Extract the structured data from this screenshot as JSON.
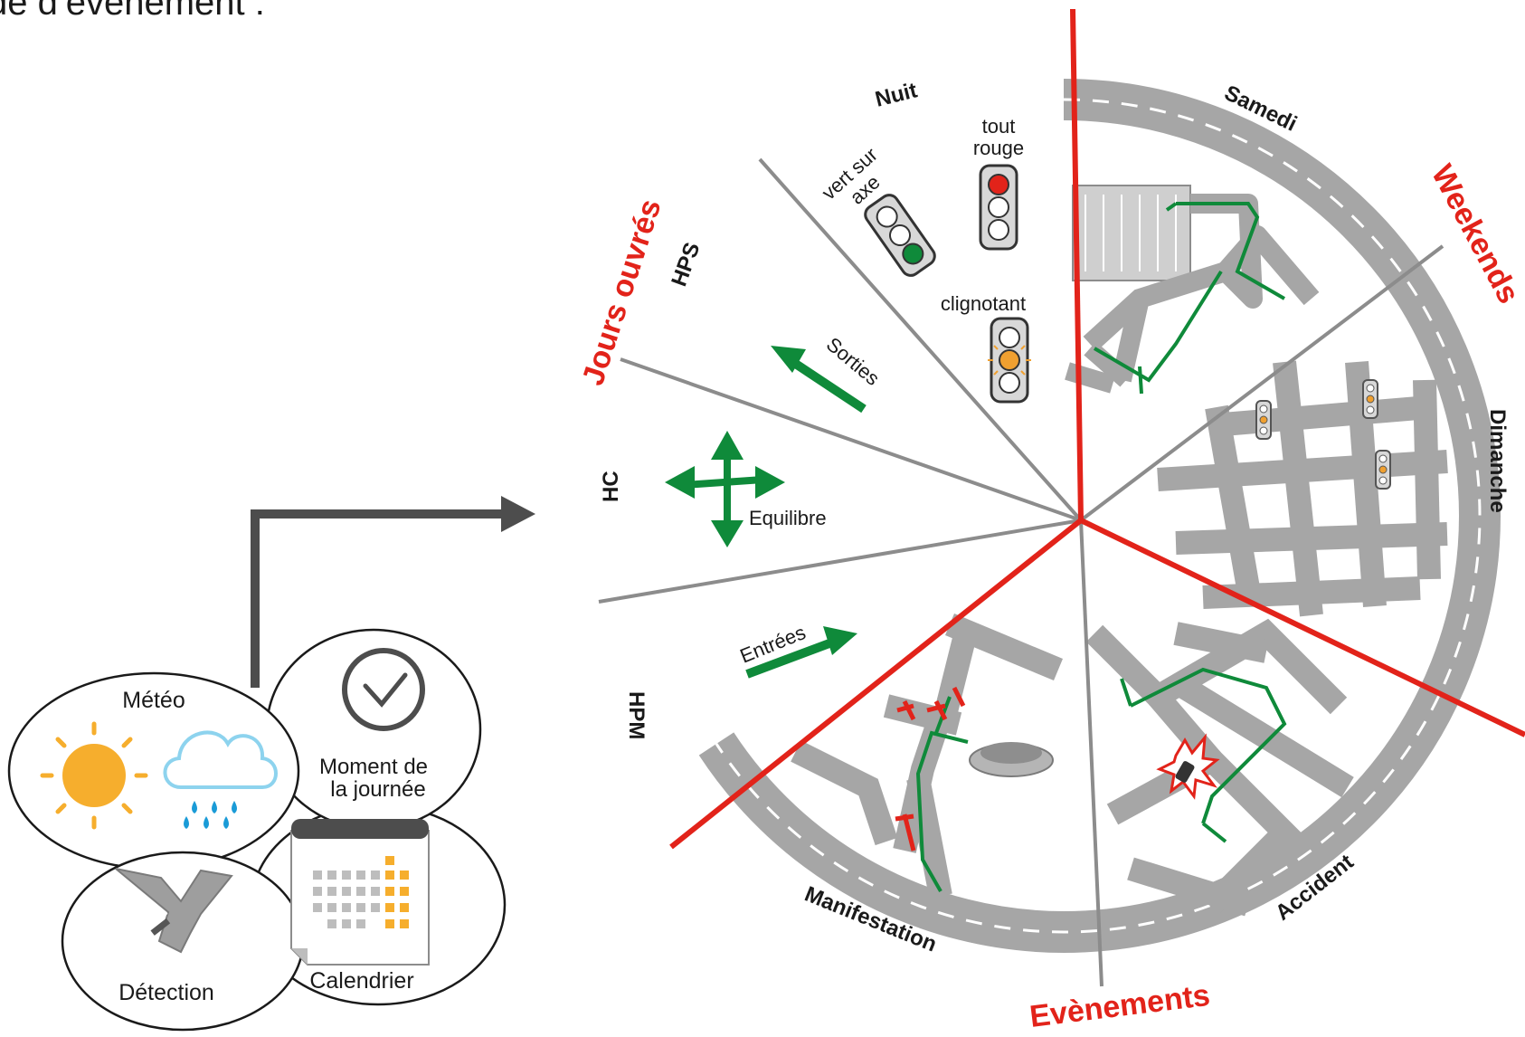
{
  "title": "de d’évènement :",
  "categories": {
    "jours_ouvres": "Jours ouvrés",
    "weekends": "Weekends",
    "evenements": "Evènements"
  },
  "sectors": {
    "hps": "HPS",
    "hc": "HC",
    "hpm": "HPM",
    "nuit": "Nuit",
    "samedi": "Samedi",
    "dimanche": "Dimanche",
    "accident": "Accident",
    "manifestation": "Manifestation"
  },
  "labels": {
    "vert_sur": "vert sur",
    "axe": "axe",
    "tout": "tout",
    "rouge": "rouge",
    "clignotant": "clignotant",
    "sorties": "Sorties",
    "equilibre": "Equilibre",
    "entrees": "Entrées"
  },
  "inputs": {
    "meteo": "Météo",
    "moment_1": "Moment de",
    "moment_2": "la journée",
    "detection": "Détection",
    "calendrier": "Calendrier"
  },
  "colors": {
    "red": "#e2231a",
    "green": "#0f8a3a",
    "road": "#a6a6a6",
    "sun": "#f6ae2d",
    "rain": "#1a9bd7"
  }
}
